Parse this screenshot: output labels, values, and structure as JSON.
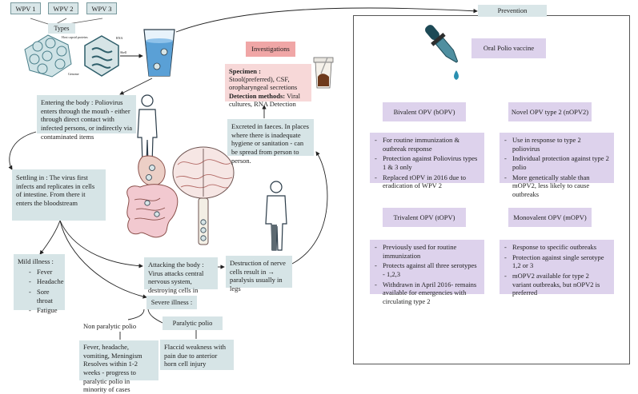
{
  "types": {
    "wpv": [
      "WPV 1",
      "WPV 2",
      "WPV 3"
    ],
    "label": "Types",
    "virus_parts": [
      "Host capsid proteins",
      "RNA",
      "Shell",
      "Genome"
    ]
  },
  "entering": "Entering the body : Poliovirus enters through the mouth - either through direct contact with infected persons, or indirectly via contaminated items",
  "settling": "Settling in : The virus first infects and replicates in cells of intestine. From there it enters the bloodstream",
  "mild": {
    "title": "Mild illness :",
    "items": [
      "Fever",
      "Headache",
      "Sore throat",
      "Fatigue"
    ]
  },
  "attacking": "Attacking the body : Virus attacks central nervous system, destroying cells in spinal cord",
  "destruction": "Destruction of nerve cells result in → paralysis usually in legs",
  "severe": "Severe illness :",
  "non_paralytic": {
    "title": "Non paralytic polio",
    "desc": "Fever, headache, vomiting, Meningism\nResolves within 1-2 weeks - progress to paralytic polio in minority of cases"
  },
  "paralytic": {
    "title": "Paralytic polio",
    "desc": "Flaccid weakness with pain due to anterior horn cell injury"
  },
  "excreted": "Excreted in faeces. In places where there is inadequate hygiene or sanitation - can be spread from person to person.",
  "investigations": {
    "title": "Investigations",
    "specimen_label": "Specimen :",
    "specimen_text": " Stool(preferred), CSF, oropharyngeal secretions",
    "detection_label": "Detection methods:",
    "detection_text": " Viral cultures, RNA Detection"
  },
  "prevention": {
    "title": "Prevention",
    "opv": "Oral Polio vaccine",
    "bopv": {
      "title": "Bivalent OPV (bOPV)",
      "items": [
        "For routine immunization & outbreak response",
        "Protection against Poliovirus types 1 & 3 only",
        "Replaced tOPV in 2016 due to eradication of WPV 2"
      ]
    },
    "nopv2": {
      "title": "Novel OPV type 2 (nOPV2)",
      "items": [
        "Use in response to type 2 poliovirus",
        "Individual protection against type 2 polio",
        "More genetically stable than mOPV2, less likely to cause outbreaks"
      ]
    },
    "topv": {
      "title": "Trivalent OPV (tOPV)",
      "items": [
        "Previously used for routine immunization",
        "Protects against all three serotypes - 1,2,3",
        "Withdrawn in April 2016- remains available for emergencies with circulating type 2"
      ]
    },
    "mopv": {
      "title": "Monovalent OPV (mOPV)",
      "items": [
        "Response to specific outbreaks",
        "Protection against single serotype 1,2 or 3",
        "mOPV2 available for type 2 variant outbreaks, but nOPV2 is preferred"
      ]
    }
  },
  "colors": {
    "box_teal": "#d6e4e6",
    "box_purple": "#ddd2ec",
    "investigation_title": "#f0a6a6",
    "investigation_body": "#f7d8d8",
    "water": "#5aa0d6",
    "dropper": "#1d4a56"
  }
}
